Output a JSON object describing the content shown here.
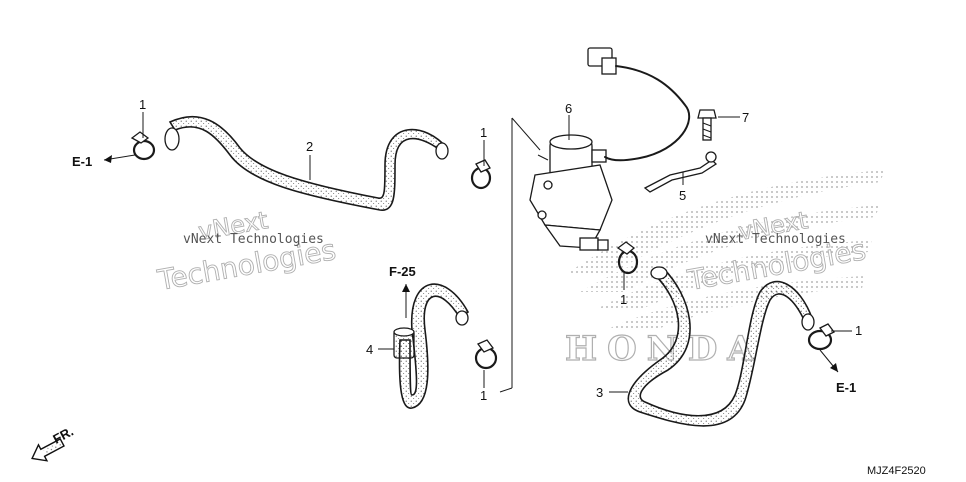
{
  "callouts": {
    "c1a": "1",
    "c1b": "1",
    "c1c": "1",
    "c1d": "1",
    "c1e": "1",
    "c2": "2",
    "c3": "3",
    "c4": "4",
    "c5": "5",
    "c6": "6",
    "c7": "7"
  },
  "refs": {
    "e1_left": "E-1",
    "e1_right": "E-1",
    "f25": "F-25"
  },
  "watermark": {
    "line1": "vNext",
    "line2": "Technologies",
    "small": "vNext Technologies"
  },
  "logo_text": "HONDA",
  "front_label": "FR.",
  "diagram_code": "MJZ4F2520"
}
